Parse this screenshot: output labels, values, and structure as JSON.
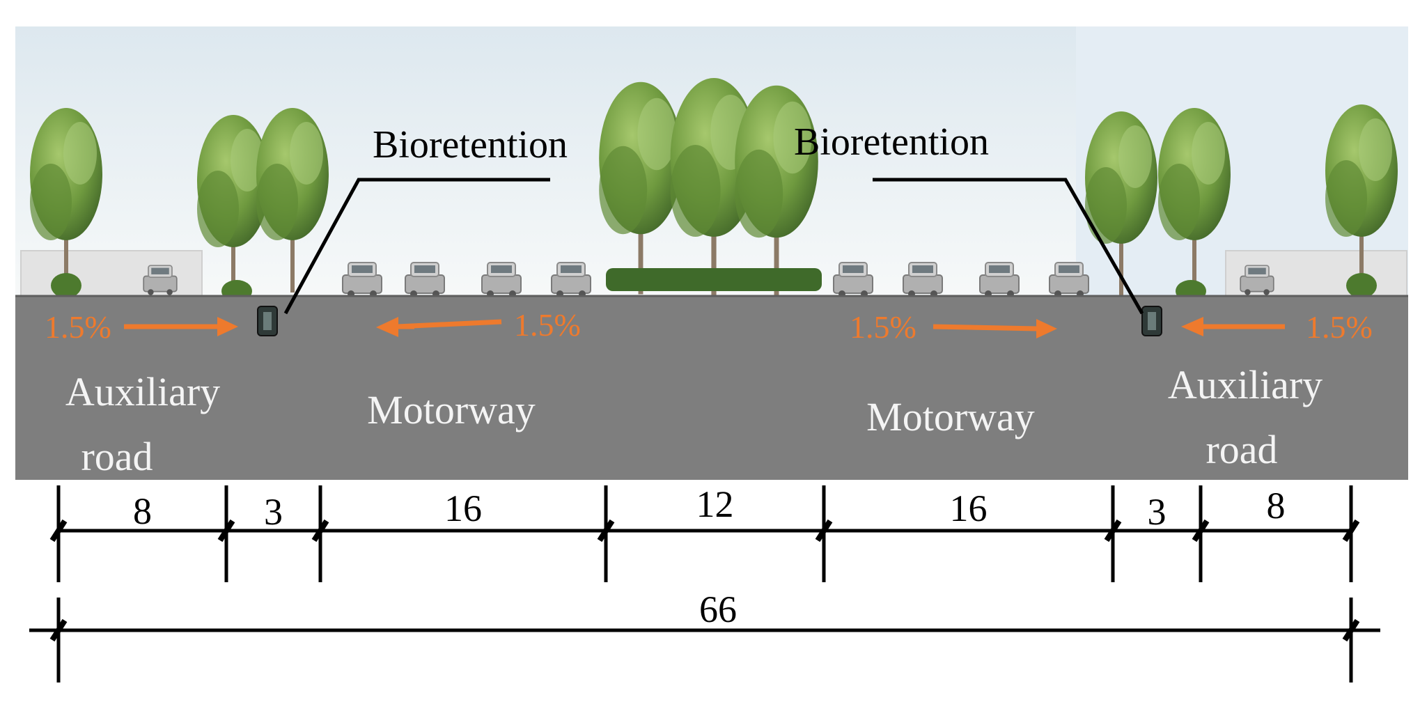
{
  "labels": {
    "bioretention_left": "Bioretention",
    "bioretention_right": "Bioretention",
    "auxiliary_left_line1": "Auxiliary",
    "auxiliary_left_line2": "road",
    "auxiliary_right_line1": "Auxiliary",
    "auxiliary_right_line2": "road",
    "motorway_left": "Motorway",
    "motorway_right": "Motorway"
  },
  "slopes": {
    "s1": "1.5%",
    "s2": "1.5%",
    "s3": "1.5%",
    "s4": "1.5%"
  },
  "dimensions": {
    "segments": [
      "8",
      "3",
      "16",
      "12",
      "16",
      "3",
      "8"
    ],
    "total": "66"
  },
  "colors": {
    "sky_top": "#dfe9f0",
    "sky_bottom": "#f6f8f8",
    "road": "#7e7e7e",
    "arrow": "#ee7a2d",
    "road_text": "#f4f4f4",
    "dimension_line": "#000000",
    "tree_dark": "#4f7a2c",
    "tree_light": "#93b95a",
    "trunk": "#8a7560",
    "hedge": "#3f6a2a",
    "vehicle": "#9c9c9c"
  },
  "icons": {
    "tree": "tree-icon",
    "car": "car-icon",
    "arrow": "arrow-icon",
    "drain": "drain-icon"
  }
}
